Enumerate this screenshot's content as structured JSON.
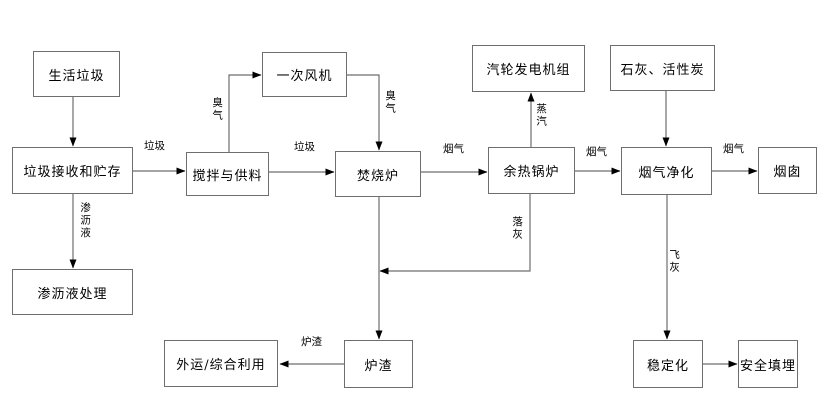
{
  "diagram": {
    "type": "flowchart",
    "nodes": {
      "household_waste": {
        "label": "生活垃圾"
      },
      "waste_reception": {
        "label": "垃圾接收和贮存"
      },
      "mixing_feeding": {
        "label": "搅拌与供料"
      },
      "primary_fan": {
        "label": "一次风机"
      },
      "incinerator": {
        "label": "焚烧炉"
      },
      "turbine_generator": {
        "label": "汽轮发电机组"
      },
      "lime_carbon": {
        "label": "石灰、活性炭"
      },
      "waste_heat_boiler": {
        "label": "余热锅炉"
      },
      "flue_gas_purification": {
        "label": "烟气净化"
      },
      "chimney": {
        "label": "烟囱"
      },
      "leachate_treatment": {
        "label": "渗沥液处理"
      },
      "external_utilization": {
        "label": "外运/综合利用"
      },
      "slag": {
        "label": "炉渣"
      },
      "stabilization": {
        "label": "稳定化"
      },
      "safe_landfill": {
        "label": "安全填埋"
      }
    },
    "flows": {
      "household_to_reception": {
        "from": "household_waste",
        "to": "waste_reception",
        "label": ""
      },
      "reception_to_mixing": {
        "from": "waste_reception",
        "to": "mixing_feeding",
        "label": "垃圾"
      },
      "mixing_to_fan": {
        "from": "mixing_feeding",
        "to": "primary_fan",
        "label": "臭气"
      },
      "fan_to_incinerator": {
        "from": "primary_fan",
        "to": "incinerator",
        "label": "臭气"
      },
      "mixing_to_incinerator": {
        "from": "mixing_feeding",
        "to": "incinerator",
        "label": "垃圾"
      },
      "incinerator_to_boiler": {
        "from": "incinerator",
        "to": "waste_heat_boiler",
        "label": "烟气"
      },
      "boiler_to_turbine": {
        "from": "waste_heat_boiler",
        "to": "turbine_generator",
        "label": "蒸汽"
      },
      "boiler_to_purification": {
        "from": "waste_heat_boiler",
        "to": "flue_gas_purification",
        "label": "烟气"
      },
      "lime_to_purification": {
        "from": "lime_carbon",
        "to": "flue_gas_purification",
        "label": ""
      },
      "purification_to_chimney": {
        "from": "flue_gas_purification",
        "to": "chimney",
        "label": "烟气"
      },
      "purification_to_stabilization": {
        "from": "flue_gas_purification",
        "to": "stabilization",
        "label": "飞灰"
      },
      "stabilization_to_landfill": {
        "from": "stabilization",
        "to": "safe_landfill",
        "label": ""
      },
      "boiler_ash_to_slag": {
        "from": "waste_heat_boiler",
        "to": "slag",
        "label": "落灰"
      },
      "incinerator_to_slag": {
        "from": "incinerator",
        "to": "slag",
        "label": ""
      },
      "slag_to_utilization": {
        "from": "slag",
        "to": "external_utilization",
        "label": "炉渣"
      },
      "reception_to_leachate": {
        "from": "waste_reception",
        "to": "leachate_treatment",
        "label": "渗沥液"
      }
    },
    "colors": {
      "background": "#ffffff",
      "box_border": "#6e6e6e",
      "line": "#6e6e6e",
      "arrowhead": "#000000",
      "text": "#000000"
    }
  }
}
